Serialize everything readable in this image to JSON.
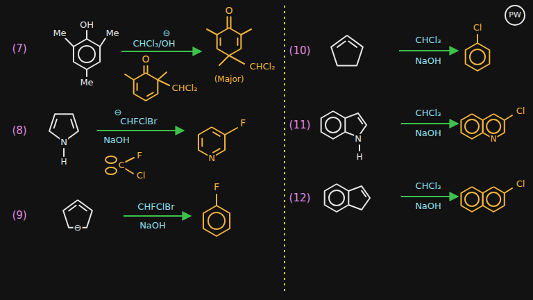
{
  "diagram": {
    "labels": [
      "(7)",
      "Me",
      "OH",
      "Me",
      "Me",
      "CHCl₃/OH",
      "⊖",
      "O",
      "CHCl₂",
      "(Major)",
      "O",
      "CHCl₂",
      "(8)",
      "N",
      "H",
      "⊖",
      "CHFClBr",
      "NaOH",
      "C",
      "F",
      "Cl",
      "N",
      "F",
      "(9)",
      "⊖",
      "CHFClBr",
      "NaOH",
      "F",
      "(10)",
      "CHCl₃",
      "NaOH",
      "Cl",
      "(11)",
      "N",
      "H",
      "CHCl₃",
      "NaOH",
      "N",
      "Cl",
      "(12)",
      "CHCl₃",
      "NaOH",
      "Cl",
      "PW"
    ]
  }
}
